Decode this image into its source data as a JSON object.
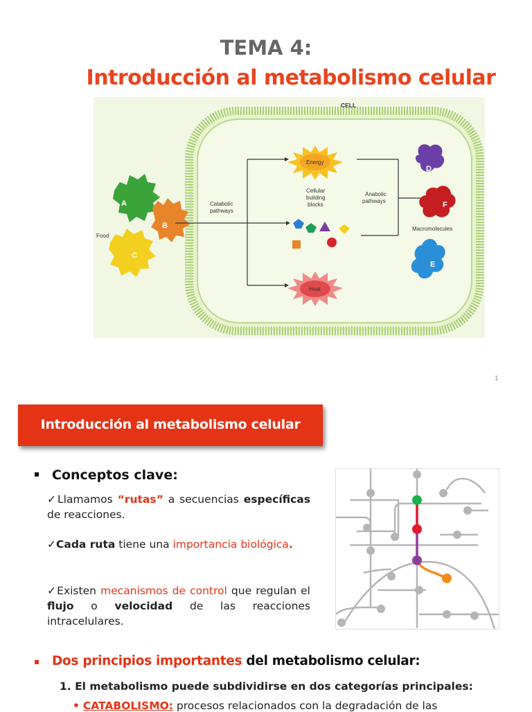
{
  "slide1": {
    "tema": "TEMA 4:",
    "title": "Introducción al metabolismo celular",
    "page_number": "1",
    "figure": {
      "cell_label": "CELL",
      "food_label": "Food",
      "food_letters": [
        "A",
        "B",
        "C"
      ],
      "catabolic_label_1": "Catabolic",
      "catabolic_label_2": "pathways",
      "energy_label": "Energy",
      "heat_label": "Heat",
      "blocks_label_1": "Cellular",
      "blocks_label_2": "building",
      "blocks_label_3": "blocks",
      "anabolic_label_1": "Anabolic",
      "anabolic_label_2": "pathways",
      "macro_label": "Macromolecules",
      "macro_letters": [
        "D",
        "F",
        "E"
      ]
    }
  },
  "slide2": {
    "banner": "Introducción al metabolismo celular",
    "key_concepts": "Conceptos clave:",
    "items": [
      {
        "check": "✓",
        "t1": "Llamamos ",
        "t2": "“rutas”",
        "t3": " a secuencias ",
        "t4": "específicas",
        "t5": " de reacciones."
      },
      {
        "check": "✓",
        "t1": "Cada ruta",
        "t2": " tiene una ",
        "t3": "importancia biológica",
        "t4": "."
      },
      {
        "check": "✓",
        "t1": "Existen ",
        "t2": "mecanismos de control",
        "t3": " que regulan el ",
        "t4": "flujo",
        "t5": " o ",
        "t6": "velocidad",
        "t7": " de las reacciones intracelulares."
      }
    ],
    "principles_red": "Dos principios importantes",
    "principles_black": " del metabolismo celular:",
    "point1_num": "1.",
    "point1": " El metabolismo puede subdividirse en dos categorías principales:",
    "point2_bullet": "•",
    "point2_red": "CATABOLISMO:",
    "point2_text": " procesos relacionados con la degradación de las"
  },
  "colors": {
    "accent": "#e53316",
    "title_red": "#e8441e",
    "grey_text": "#666666",
    "network_green": "#1ab04b",
    "network_red": "#e3182d",
    "network_purple": "#8e3f9c",
    "network_orange": "#f28c1e"
  }
}
